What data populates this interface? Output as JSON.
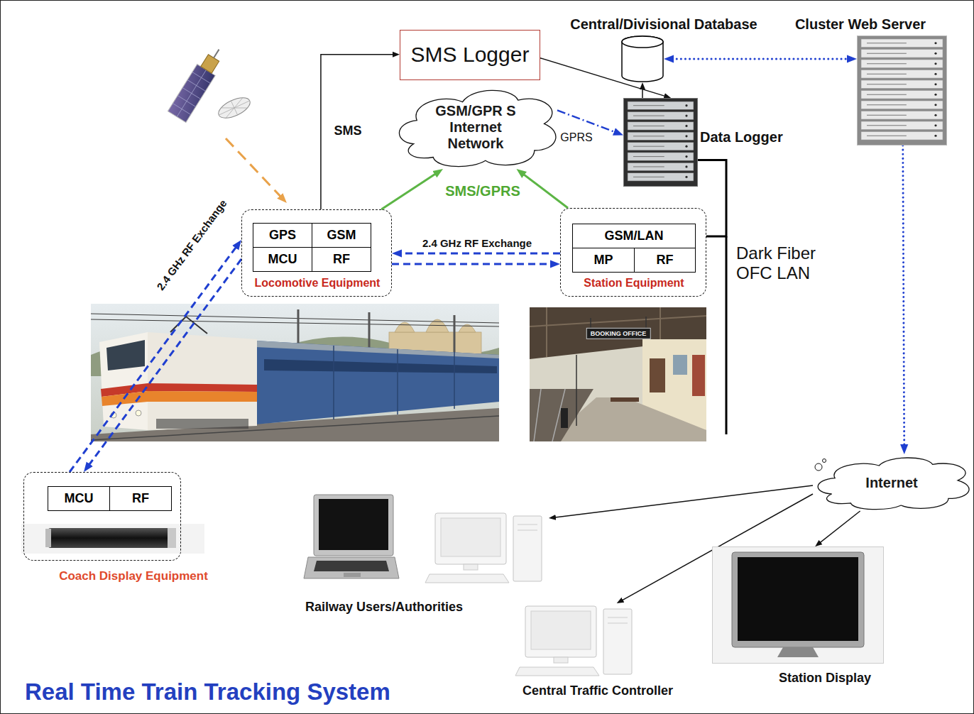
{
  "diagram": {
    "title": "Real Time Train Tracking System",
    "nodes": [
      {
        "text": [
          "SMS Logger"
        ]
      },
      {
        "text": [
          "Central/Divisional Database"
        ]
      },
      {
        "text": [
          "Cluster Web Server"
        ]
      },
      {
        "text": [
          "GSM/GPR S Internet Network"
        ]
      },
      {
        "text": [
          "Data Logger"
        ]
      },
      {
        "text": [
          "Locomotive Equipment"
        ]
      },
      {
        "text": [
          "GPS"
        ],
        "in": 5
      },
      {
        "text": [
          "GSM"
        ],
        "in": 5
      },
      {
        "text": [
          "MCU"
        ],
        "in": 5
      },
      {
        "text": [
          "RF"
        ],
        "in": 5
      },
      {
        "text": [
          "Station Equipment"
        ]
      },
      {
        "text": [
          "GSM/LAN"
        ],
        "in": 10
      },
      {
        "text": [
          "MP"
        ],
        "in": 10
      },
      {
        "text": [
          "RF"
        ],
        "in": 10
      },
      {
        "text": [
          "Coach Display Equipment"
        ]
      },
      {
        "text": [
          "MCU"
        ],
        "in": 14
      },
      {
        "text": [
          "RF"
        ],
        "in": 14
      },
      {
        "text": [
          "Internet"
        ]
      },
      {
        "text": [
          "Railway Users/Authorities"
        ]
      },
      {
        "text": [
          "Station Display"
        ]
      },
      {
        "text": [
          "Central Traffic Controller"
        ]
      }
    ],
    "edges": [
      {
        "from": 5,
        "to": 0,
        "arrow": "to",
        "label": "SMS"
      },
      {
        "from": 0,
        "to": 4,
        "arrow": "to"
      },
      {
        "from": 5,
        "to": 3,
        "arrow": "to"
      },
      {
        "from": 10,
        "to": 3,
        "arrow": "to"
      },
      {
        "from": 3,
        "to": 4,
        "arrow": "to",
        "label": "GPRS"
      },
      {
        "from": 4,
        "to": 1,
        "arrow": "to"
      },
      {
        "from": 1,
        "to": 2,
        "arrow": "both"
      },
      {
        "from": 10,
        "to": 5,
        "arrow": "to",
        "label": "2.4 GHz RF Exchange"
      },
      {
        "from": 5,
        "to": 10,
        "arrow": "to"
      },
      {
        "from": 14,
        "to": 5,
        "arrow": "to",
        "label": "2.4 GHz RF Exchange"
      },
      {
        "from": 5,
        "to": 14,
        "arrow": "to"
      },
      {
        "from": 10,
        "to": 4,
        "arrow": "none",
        "label": "Dark Fiber OFC LAN"
      },
      {
        "from": 2,
        "to": 17,
        "arrow": "to"
      },
      {
        "from": 17,
        "to": 18,
        "arrow": "to"
      },
      {
        "from": 17,
        "to": 20,
        "arrow": "to"
      },
      {
        "from": 17,
        "to": 19,
        "arrow": "to"
      }
    ],
    "labels": [
      "SMS/GPRS",
      "BOOKING OFFICE"
    ]
  }
}
